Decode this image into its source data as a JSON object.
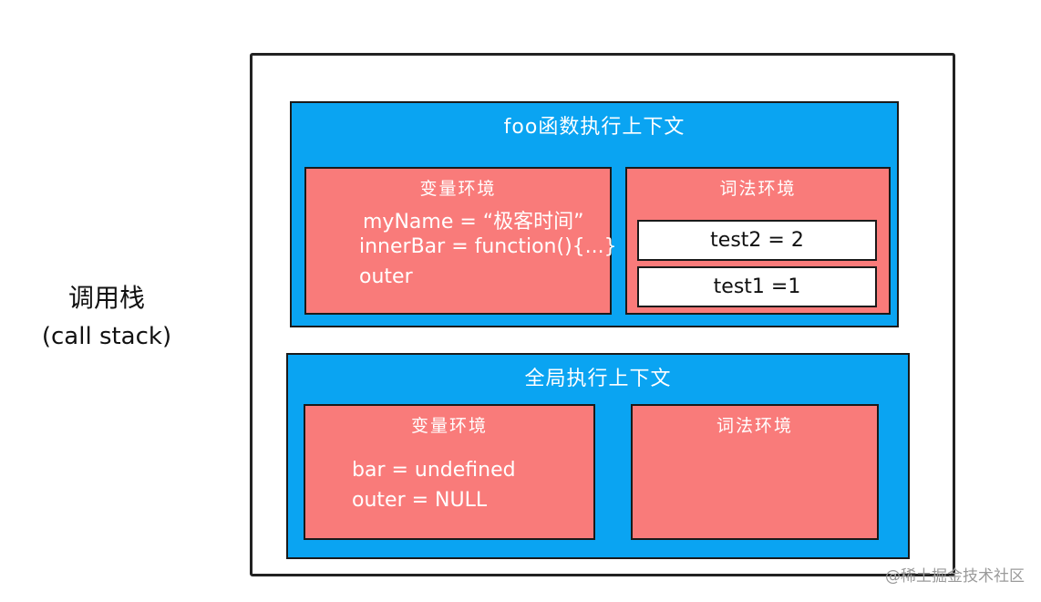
{
  "call_stack": {
    "title": "调用栈",
    "subtitle": "(call stack)"
  },
  "foo_context": {
    "title": "foo函数执行上下文",
    "variable_env": {
      "title": "变量环境",
      "lines": [
        "myName = “极客时间”",
        "innerBar = function(){...}",
        "outer"
      ]
    },
    "lexical_env": {
      "title": "词法环境",
      "items": [
        "test2 = 2",
        "test1 =1"
      ]
    }
  },
  "global_context": {
    "title": "全局执行上下文",
    "variable_env": {
      "title": "变量环境",
      "lines": [
        "bar =  undefined",
        "outer = NULL"
      ]
    },
    "lexical_env": {
      "title": "词法环境"
    }
  },
  "watermark": "@稀土掘金技术社区",
  "colors": {
    "context_fill": "#0aa4f2",
    "env_fill": "#f97b7a",
    "border": "#1a1a1a"
  }
}
